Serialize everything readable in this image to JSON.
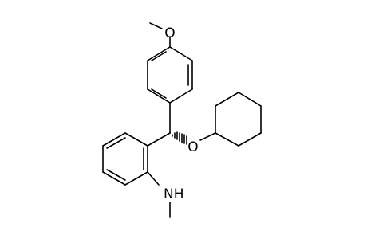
{
  "atoms": {
    "methoxy_oxygen": "O",
    "ether_oxygen": "O",
    "amine_nitrogen": "NH"
  },
  "colors": {
    "bond": "#000000",
    "background": "#ffffff"
  }
}
